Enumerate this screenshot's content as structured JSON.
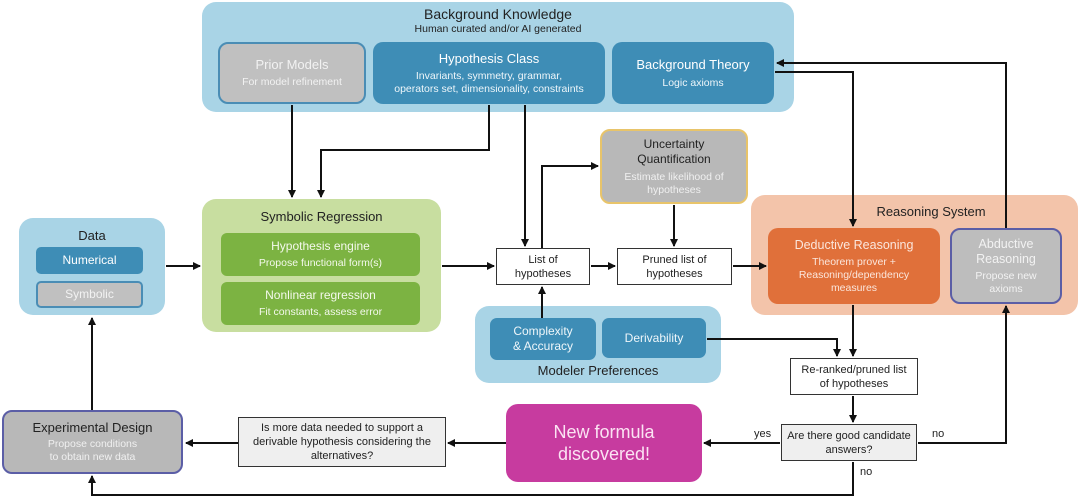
{
  "background_knowledge": {
    "title": "Background Knowledge",
    "subtitle": "Human curated and/or AI generated",
    "prior_models": {
      "title": "Prior Models",
      "subtitle": "For model refinement"
    },
    "hypothesis_class": {
      "title": "Hypothesis Class",
      "line1": "Invariants, symmetry, grammar,",
      "line2": "operators set, dimensionality, constraints"
    },
    "background_theory": {
      "title": "Background Theory",
      "subtitle": "Logic axioms"
    }
  },
  "data": {
    "title": "Data",
    "numerical": "Numerical",
    "symbolic": "Symbolic"
  },
  "symbolic_regression": {
    "title": "Symbolic Regression",
    "hypothesis_engine": {
      "title": "Hypothesis engine",
      "subtitle": "Propose functional form(s)"
    },
    "nonlinear_regression": {
      "title": "Nonlinear regression",
      "subtitle": "Fit constants, assess error"
    }
  },
  "uncertainty": {
    "title_line1": "Uncertainty",
    "title_line2": "Quantification",
    "sub_line1": "Estimate likelihood of",
    "sub_line2": "hypotheses"
  },
  "list_of_hypotheses": {
    "line1": "List of",
    "line2": "hypotheses"
  },
  "pruned_list": {
    "line1": "Pruned list of",
    "line2": "hypotheses"
  },
  "reasoning_system": {
    "title": "Reasoning System",
    "deductive": {
      "title": "Deductive Reasoning",
      "line1": "Theorem prover +",
      "line2": "Reasoning/dependency",
      "line3": "measures"
    },
    "abductive": {
      "title_line1": "Abductive",
      "title_line2": "Reasoning",
      "line1": "Propose new",
      "line2": "axioms"
    }
  },
  "modeler_preferences": {
    "title": "Modeler Preferences",
    "complexity_line1": "Complexity",
    "complexity_line2": "& Accuracy",
    "derivability": "Derivability"
  },
  "reranked_list": {
    "line1": "Re-ranked/pruned list",
    "line2": "of hypotheses"
  },
  "good_candidates": {
    "line1": "Are there good candidate",
    "line2": "answers?"
  },
  "new_formula": {
    "line1": "New formula",
    "line2": "discovered!"
  },
  "more_data_question": {
    "line1": "Is more data needed to support a",
    "line2": "derivable hypothesis considering the",
    "line3": "alternatives?"
  },
  "experimental_design": {
    "title": "Experimental Design",
    "line1": "Propose conditions",
    "line2": "to obtain new data"
  },
  "edge_labels": {
    "yes": "yes",
    "no_right": "no",
    "no_down": "no"
  },
  "colors": {
    "light_blue": "#a9d4e6",
    "mid_blue": "#3e8db6",
    "light_green": "#c8dea0",
    "green": "#7cb342",
    "peach": "#f3c4aa",
    "orange": "#e0703a",
    "gray": "#b8b8b8",
    "magenta": "#c73b9f",
    "gold": "#e8c46a",
    "purple_border": "#5b5ea6"
  }
}
